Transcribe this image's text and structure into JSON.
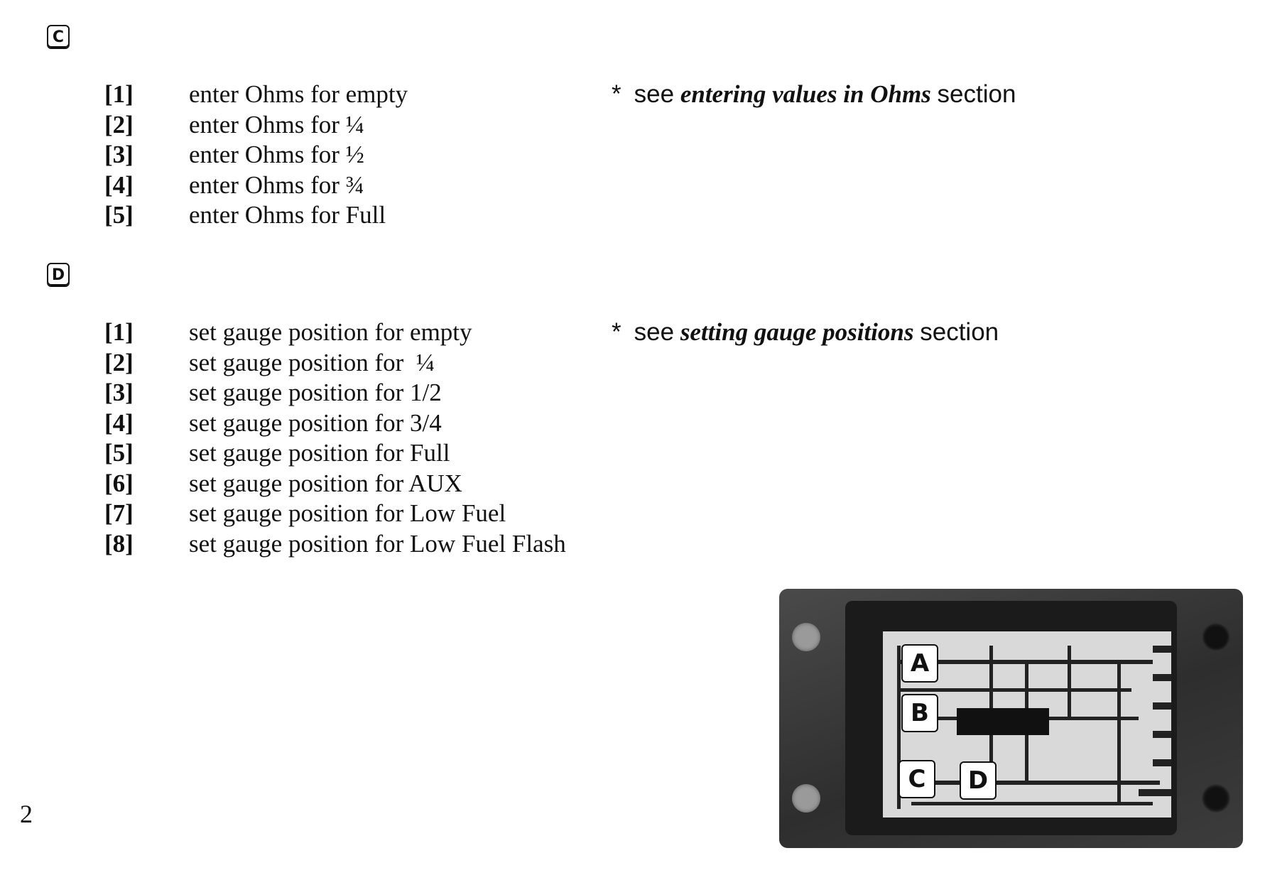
{
  "section_c": {
    "badge": "C",
    "items": [
      {
        "num": "[1]",
        "text": "enter Ohms for empty"
      },
      {
        "num": "[2]",
        "text": "enter Ohms for ¼"
      },
      {
        "num": "[3]",
        "text": "enter Ohms for ½"
      },
      {
        "num": "[4]",
        "text": "enter Ohms for ¾"
      },
      {
        "num": "[5]",
        "text": "enter Ohms for Full"
      }
    ],
    "note": {
      "star": "*",
      "pre": "see",
      "emph": "entering values in Ohms",
      "post": "section"
    }
  },
  "section_d": {
    "badge": "D",
    "items": [
      {
        "num": "[1]",
        "text": "set gauge position for empty"
      },
      {
        "num": "[2]",
        "text": "set gauge position for  ¼"
      },
      {
        "num": "[3]",
        "text": "set gauge position for 1/2"
      },
      {
        "num": "[4]",
        "text": "set gauge position for 3/4"
      },
      {
        "num": "[5]",
        "text": "set gauge position for Full"
      },
      {
        "num": "[6]",
        "text": "set gauge position for AUX"
      },
      {
        "num": "[7]",
        "text": "set gauge position for Low Fuel"
      },
      {
        "num": "[8]",
        "text": "set gauge position for Low Fuel Flash"
      }
    ],
    "note": {
      "star": "*",
      "pre": "see",
      "emph": "setting gauge positions",
      "post": "section"
    }
  },
  "photo": {
    "labels": [
      "A",
      "B",
      "C",
      "D"
    ]
  },
  "page_number": "2"
}
